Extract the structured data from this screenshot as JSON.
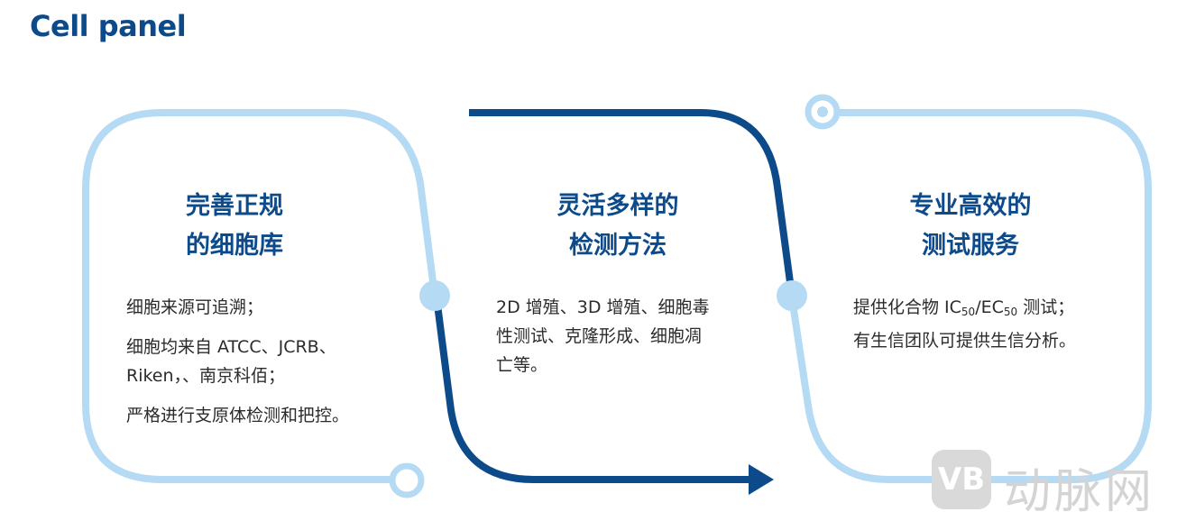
{
  "title": "Cell panel",
  "colors": {
    "dark": "#0d4a8a",
    "light": "#b5daf4"
  },
  "panels": [
    {
      "heading": [
        "完善正规",
        "的细胞库"
      ],
      "lines": [
        "细胞来源可追溯；",
        "细胞均来自 ATCC、JCRB、",
        "Riken，、南京科佰；",
        "严格进行支原体检测和把控。"
      ]
    },
    {
      "heading": [
        "灵活多样的",
        "检测方法"
      ],
      "lines": [
        "2D 增殖、3D 增殖、细胞毒",
        "性测试、克隆形成、细胞凋",
        "亡等。"
      ]
    },
    {
      "heading": [
        "专业高效的",
        "测试服务"
      ],
      "ic_pre": "提供化合物 IC",
      "ic_sub": "50",
      "ec_pre": "/EC",
      "ec_sub": "50",
      "ic_post": " 测试；",
      "line2": "有生信团队可提供生信分析。"
    }
  ],
  "watermark": {
    "logo": "VB",
    "text": "动脉网"
  }
}
